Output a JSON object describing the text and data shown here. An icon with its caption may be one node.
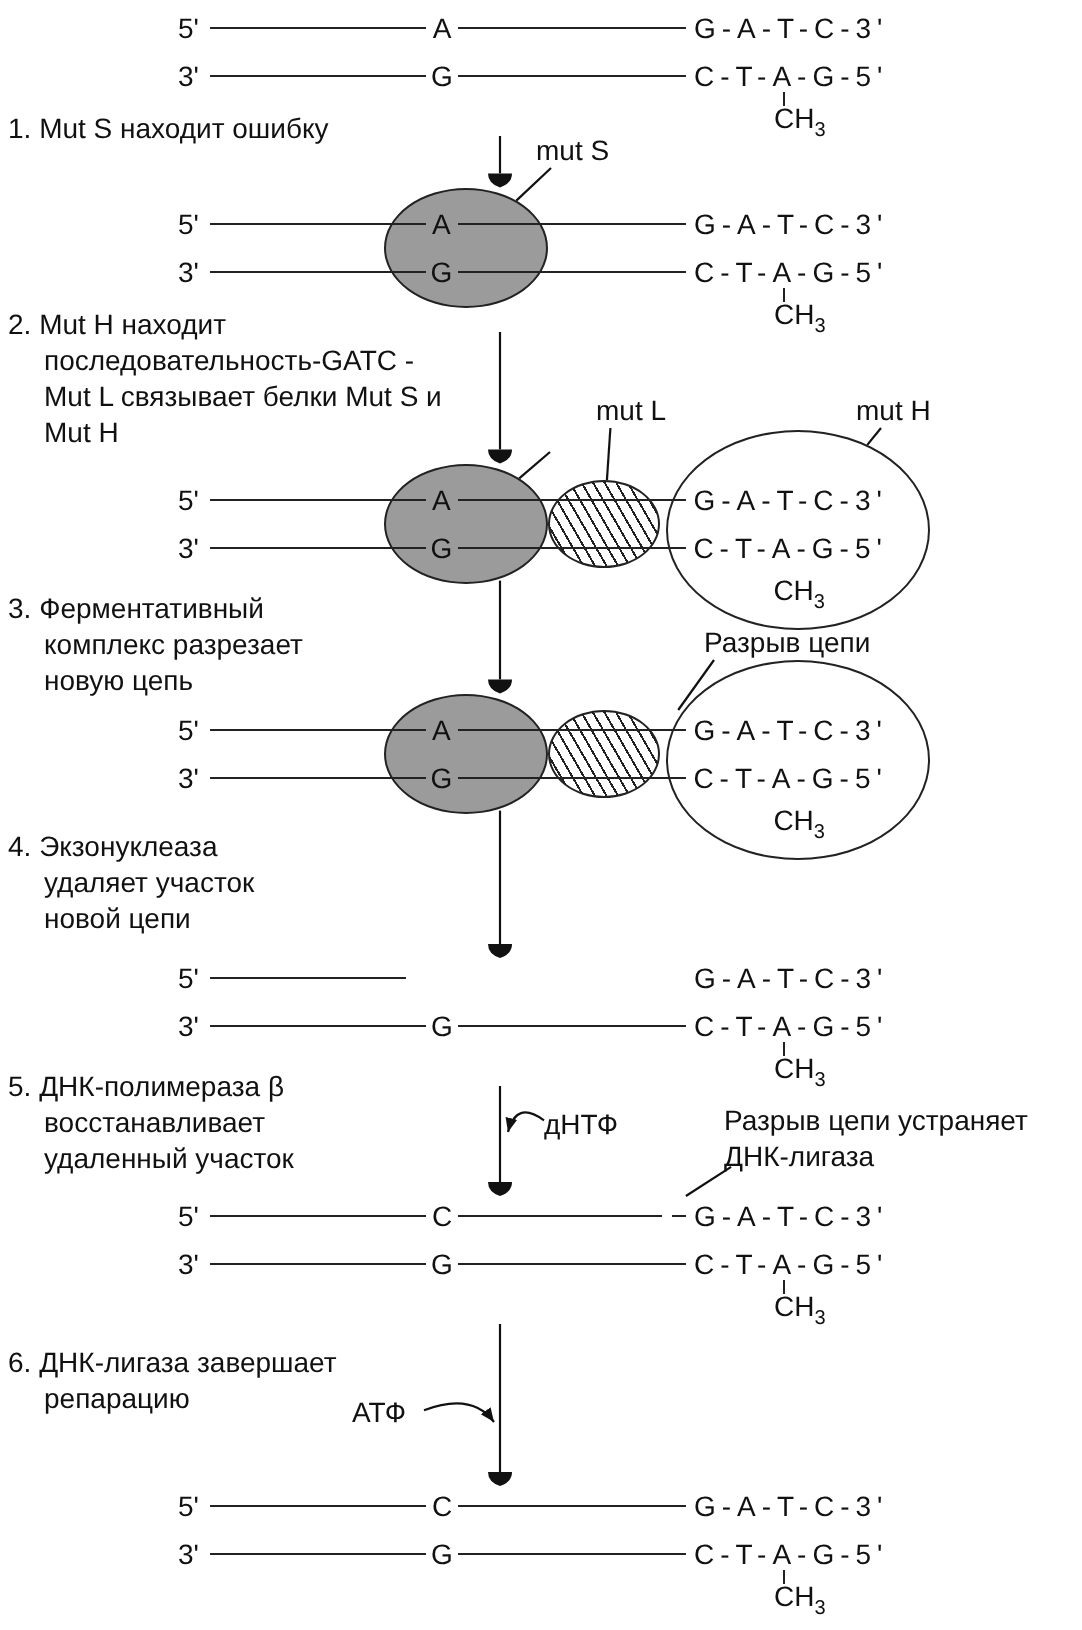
{
  "diagram": {
    "nodes": [
      {
        "text": [
          "5'",
          "A",
          "G-A-T-C-3'",
          "3'",
          "G",
          "C-T-A-G-5'",
          "CH$_{3}$"
        ]
      },
      {
        "text": [
          "mut S"
        ]
      },
      {
        "text": [
          "A",
          "G"
        ]
      },
      {
        "text": [
          "5'",
          "G-A-T-C-3'",
          "3'",
          "C-T-A-G-5'",
          "CH$_{3}$"
        ]
      },
      {
        "text": [
          "mut L"
        ]
      },
      {
        "text": [
          "mut H"
        ]
      },
      {
        "text": [
          "A",
          "G"
        ]
      },
      {
        "text": [],
        "shape": "ellipse"
      },
      {
        "text": [
          "G-A-T-C-3'",
          "C-T-A-G-5'",
          "CH$_{3}$"
        ]
      },
      {
        "text": [
          "5'",
          "3'"
        ]
      },
      {
        "text": [
          "Разрыв цепи"
        ]
      },
      {
        "text": [
          "A",
          "G"
        ]
      },
      {
        "text": [],
        "shape": "ellipse"
      },
      {
        "text": [
          "G-A-T-C-3'",
          "C-T-A-G-5'",
          "CH$_{3}$"
        ]
      },
      {
        "text": [
          "5'",
          "3'"
        ]
      },
      {
        "text": [
          "5'",
          "G-A-T-C-3'",
          "3'",
          "G",
          "C-T-A-G-5'",
          "CH$_{3}$"
        ]
      },
      {
        "text": [
          "дНТФ"
        ]
      },
      {
        "text": [
          "Разрыв цепи устраняет ДНК-лигаза"
        ]
      },
      {
        "text": [
          "5'",
          "C",
          "G-A-T-C-3'",
          "3'",
          "G",
          "C-T-A-G-5'",
          "CH$_{3}$"
        ]
      },
      {
        "text": [
          "АТФ"
        ]
      },
      {
        "text": [
          "5'",
          "C",
          "G-A-T-C-3'",
          "3'",
          "G",
          "C-T-A-G-5'",
          "CH$_{3}$"
        ]
      }
    ],
    "edges": [
      {
        "from": 0,
        "to": 2,
        "arrow": "to"
      },
      {
        "from": 3,
        "to": 6,
        "arrow": "to"
      },
      {
        "from": 6,
        "to": 11,
        "arrow": "to"
      },
      {
        "from": 11,
        "to": 15,
        "arrow": "to"
      },
      {
        "from": 15,
        "to": 18,
        "arrow": "to"
      },
      {
        "from": 18,
        "to": 20,
        "arrow": "to"
      },
      {
        "from": 1,
        "to": 2,
        "arrow": "none"
      },
      {
        "from": null,
        "to": 6,
        "arrow": "none"
      },
      {
        "from": 4,
        "to": 7,
        "arrow": "none"
      },
      {
        "from": 5,
        "to": 8,
        "arrow": "none"
      },
      {
        "from": 10,
        "to": 14,
        "arrow": "none"
      },
      {
        "from": 16,
        "to": null,
        "arrow": "to"
      },
      {
        "from": 17,
        "to": 18,
        "arrow": "none"
      },
      {
        "from": 19,
        "to": null,
        "arrow": "to"
      }
    ],
    "labels": [
      "1. Mut S находит ошибку",
      "2. Mut H находит последовательность-GATC - Mut L связывает белки Mut S и Mut H",
      "3. Ферментативный комплекс разрезает новую цепь",
      "4. Экзонуклеаза удаляет участок новой цепи",
      "5. ДНК-полимераза β восстанавливает удаленный участок",
      "6. ДНК-лигаза завершает репарацию"
    ]
  }
}
